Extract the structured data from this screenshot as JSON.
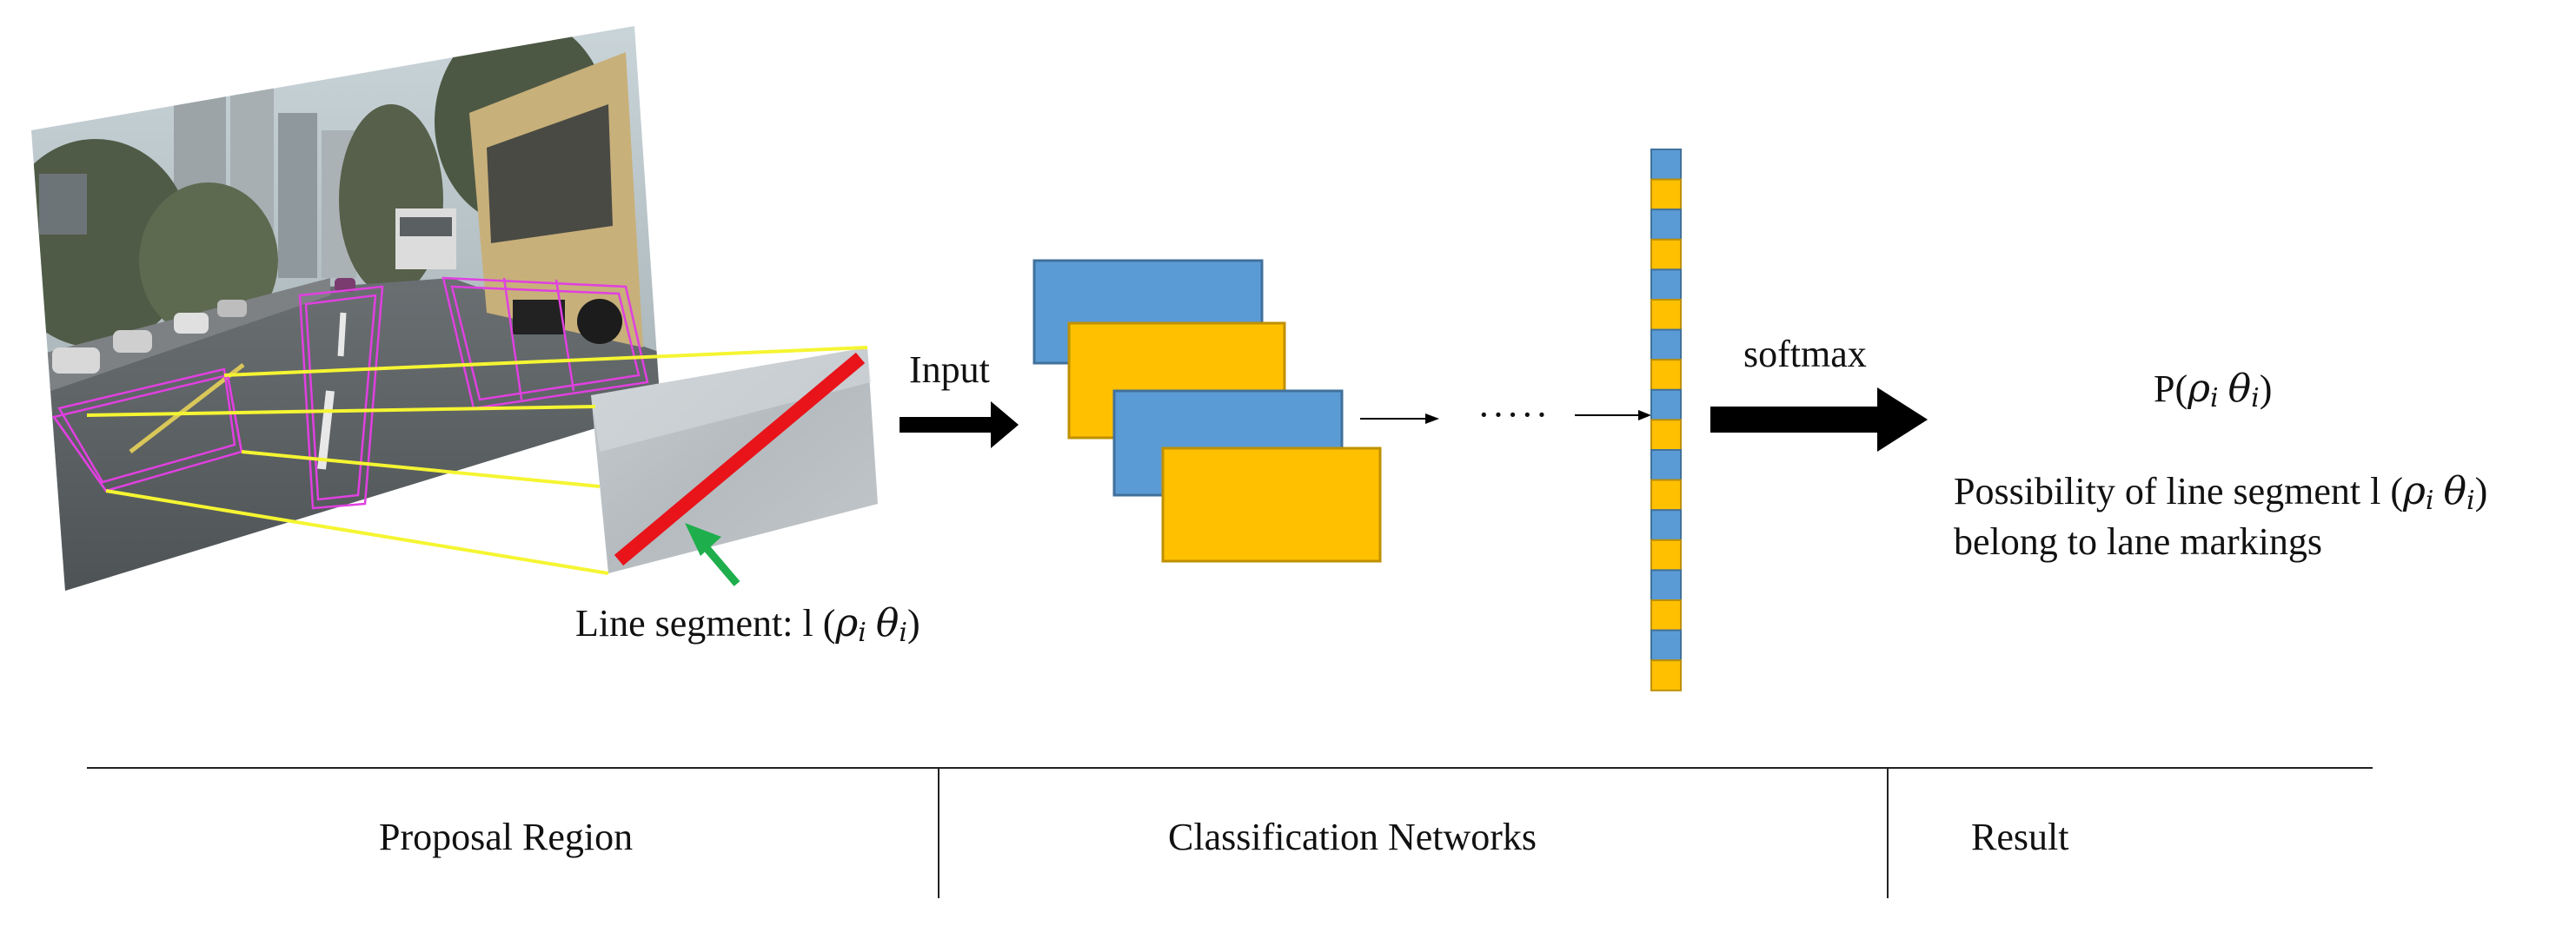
{
  "labels": {
    "input": "Input",
    "softmax": "softmax",
    "dots": "·····",
    "line_segment_prefix": "Line segment: l (",
    "rho": "ρ",
    "theta": "θ",
    "subscript": "i",
    "close_paren": ")",
    "prob_prefix": "P(",
    "possibility_prefix": "Possibility of line segment l (",
    "possibility_line2": "belong to lane markings"
  },
  "sections": {
    "proposal": "Proposal Region",
    "classification": "Classification Networks",
    "result": "Result"
  },
  "colors": {
    "blue": "#5b9bd5",
    "blue_border": "#41719c",
    "orange": "#ffc000",
    "orange_border": "#bf9000",
    "magenta": "#e040e0",
    "yellow": "#f5f532",
    "red": "#e8141a",
    "green": "#1fae4c"
  },
  "feature_vector_pattern": [
    "blue",
    "orange",
    "blue",
    "orange",
    "blue",
    "orange",
    "blue",
    "orange",
    "blue",
    "orange",
    "blue",
    "orange",
    "blue",
    "orange",
    "blue",
    "orange",
    "blue",
    "orange"
  ]
}
